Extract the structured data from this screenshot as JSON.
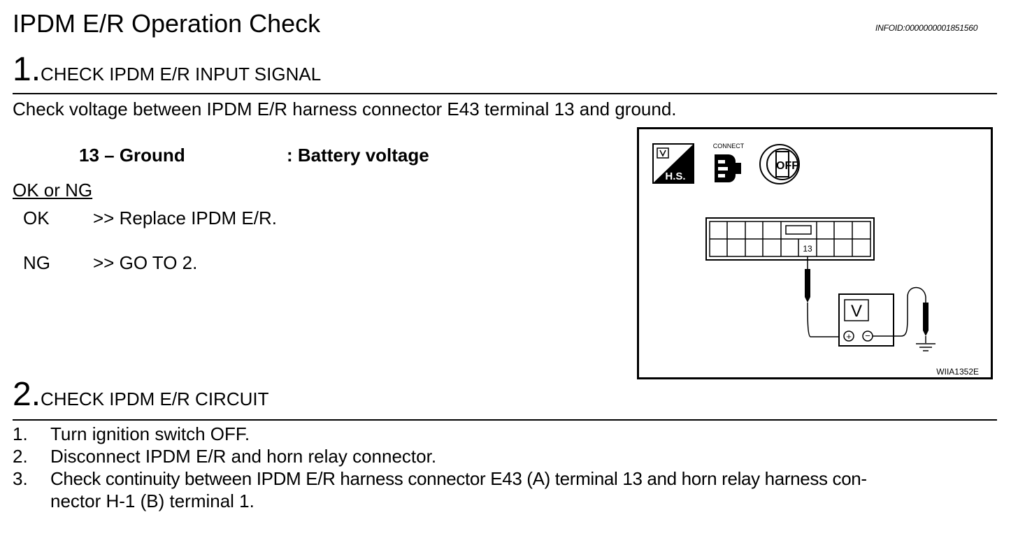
{
  "header": {
    "title": "IPDM E/R Operation Check",
    "info_id": "INFOID:0000000001851560"
  },
  "step1": {
    "number": "1.",
    "title": "CHECK IPDM E/R INPUT SIGNAL",
    "instruction": "Check voltage between IPDM E/R harness connector E43 terminal 13 and ground.",
    "spec_terminal": "13 – Ground",
    "spec_value": ": Battery voltage",
    "ok_ng_label": "OK or NG",
    "results": [
      {
        "status": "OK",
        "action": ">> Replace  IPDM  E/R."
      },
      {
        "status": "NG",
        "action": ">> GO TO 2."
      }
    ]
  },
  "figure": {
    "hs_label": "H.S.",
    "connect_label": "CONNECT",
    "off_label": "OFF",
    "terminal_label": "13",
    "meter_label": "V",
    "plus_symbol": "+",
    "minus_symbol": "−",
    "figure_id": "WIIA1352E"
  },
  "step2": {
    "number": "2.",
    "title": "CHECK IPDM E/R CIRCUIT",
    "items": [
      {
        "num": "1.",
        "text": "Turn ignition switch OFF."
      },
      {
        "num": "2.",
        "text": "Disconnect IPDM E/R and horn relay connector."
      },
      {
        "num": "3.",
        "text": "Check continuity between IPDM E/R harness connector E43 (A) terminal 13 and horn relay harness con-",
        "text_cont": "nector H-1 (B) terminal 1."
      }
    ]
  }
}
